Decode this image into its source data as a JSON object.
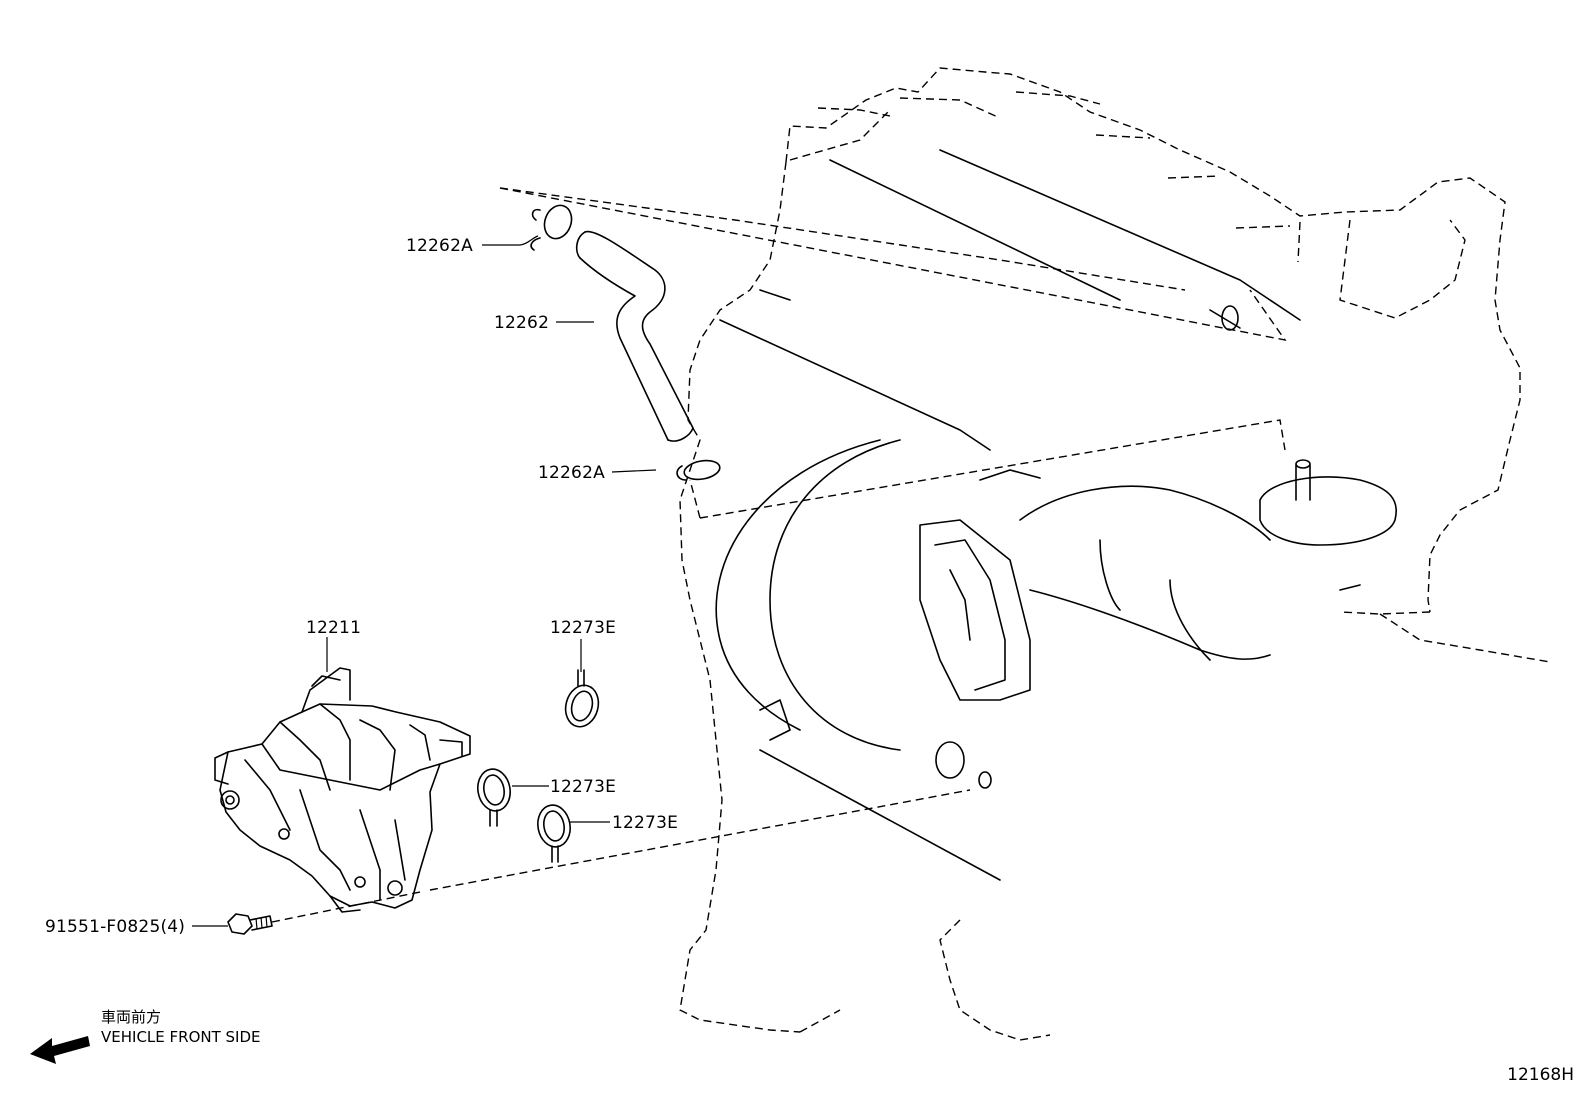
{
  "callouts": {
    "hose_clip_top": "12262A",
    "hose": "12262",
    "hose_clip_bottom": "12262A",
    "separator_assy": "12211",
    "gasket_1": "12273E",
    "gasket_2": "12273E",
    "gasket_3": "12273E",
    "bolt": "91551-F0825(4)"
  },
  "legend": {
    "japanese": "車両前方",
    "english": "VEHICLE FRONT SIDE"
  },
  "illustration_code": "12168H"
}
